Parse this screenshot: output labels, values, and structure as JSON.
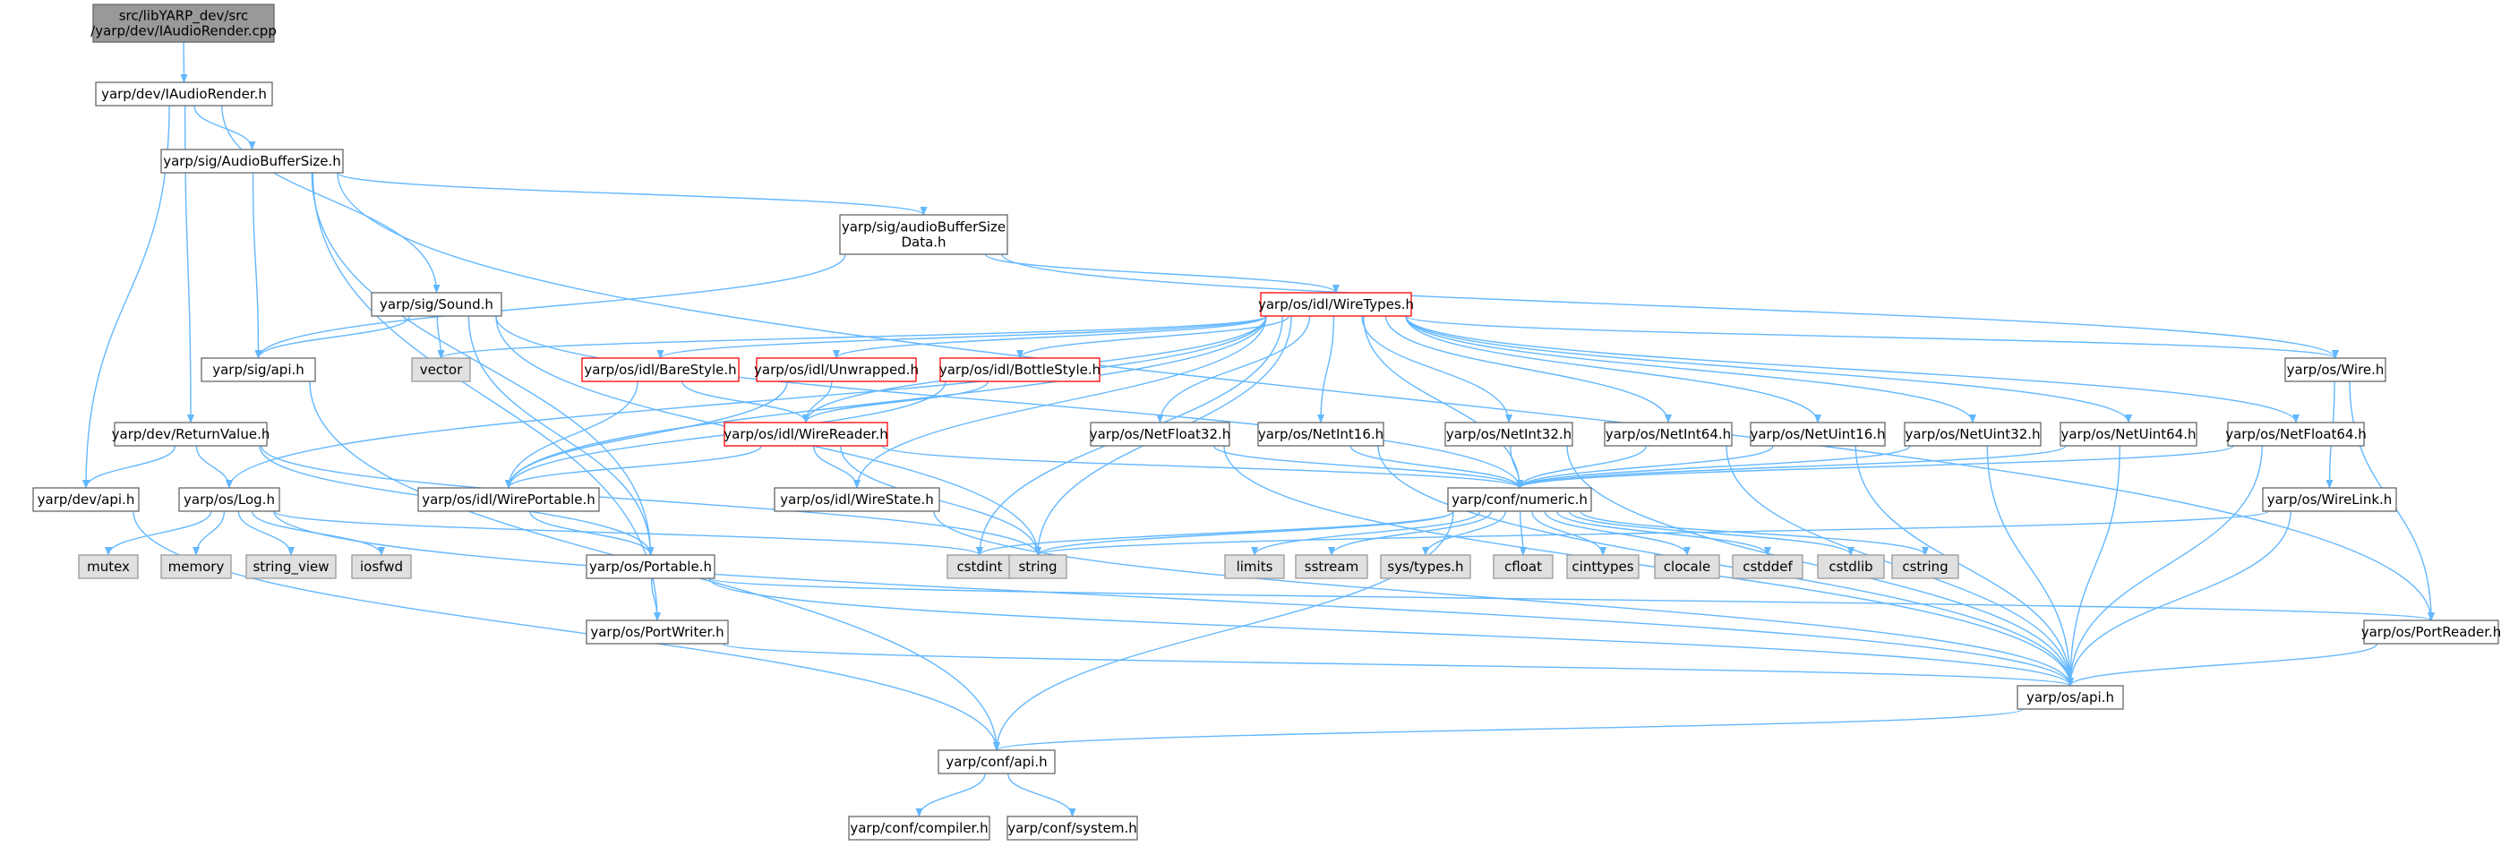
{
  "colors": {
    "edge": "#63b8ff",
    "node_border": "#666666",
    "node_fill": "#ffffff",
    "root_fill": "#999999",
    "system_fill": "#e0e0e0",
    "system_border": "#999999",
    "truncated_border": "#ff0000"
  },
  "nodes": [
    {
      "id": "root",
      "lines": [
        "src/libYARP_dev/src",
        "/yarp/dev/IAudioRender.cpp"
      ],
      "kind": "root"
    },
    {
      "id": "iaudiorender_h",
      "lines": [
        "yarp/dev/IAudioRender.h"
      ],
      "kind": "normal"
    },
    {
      "id": "audiobuffersize_h",
      "lines": [
        "yarp/sig/AudioBufferSize.h"
      ],
      "kind": "normal"
    },
    {
      "id": "audiobuffersizedata_h",
      "lines": [
        "yarp/sig/audioBufferSize",
        "Data.h"
      ],
      "kind": "normal"
    },
    {
      "id": "sig_sound_h",
      "lines": [
        "yarp/sig/Sound.h"
      ],
      "kind": "normal"
    },
    {
      "id": "sig_api_h",
      "lines": [
        "yarp/sig/api.h"
      ],
      "kind": "normal"
    },
    {
      "id": "vector",
      "lines": [
        "vector"
      ],
      "kind": "system"
    },
    {
      "id": "wiretypes_h",
      "lines": [
        "yarp/os/idl/WireTypes.h"
      ],
      "kind": "truncated"
    },
    {
      "id": "barestyle_h",
      "lines": [
        "yarp/os/idl/BareStyle.h"
      ],
      "kind": "truncated"
    },
    {
      "id": "unwrapped_h",
      "lines": [
        "yarp/os/idl/Unwrapped.h"
      ],
      "kind": "truncated"
    },
    {
      "id": "bottlestyle_h",
      "lines": [
        "yarp/os/idl/BottleStyle.h"
      ],
      "kind": "truncated"
    },
    {
      "id": "wirereader_h",
      "lines": [
        "yarp/os/idl/WireReader.h"
      ],
      "kind": "truncated"
    },
    {
      "id": "os_wire_h",
      "lines": [
        "yarp/os/Wire.h"
      ],
      "kind": "normal"
    },
    {
      "id": "returnvalue_h",
      "lines": [
        "yarp/dev/ReturnValue.h"
      ],
      "kind": "normal"
    },
    {
      "id": "dev_api_h",
      "lines": [
        "yarp/dev/api.h"
      ],
      "kind": "normal"
    },
    {
      "id": "os_log_h",
      "lines": [
        "yarp/os/Log.h"
      ],
      "kind": "normal"
    },
    {
      "id": "mutex",
      "lines": [
        "mutex"
      ],
      "kind": "system"
    },
    {
      "id": "memory",
      "lines": [
        "memory"
      ],
      "kind": "system"
    },
    {
      "id": "string_view",
      "lines": [
        "string_view"
      ],
      "kind": "system"
    },
    {
      "id": "iosfwd",
      "lines": [
        "iosfwd"
      ],
      "kind": "system"
    },
    {
      "id": "wireportable_h",
      "lines": [
        "yarp/os/idl/WirePortable.h"
      ],
      "kind": "normal"
    },
    {
      "id": "wirestate_h",
      "lines": [
        "yarp/os/idl/WireState.h"
      ],
      "kind": "normal"
    },
    {
      "id": "portable_h",
      "lines": [
        "yarp/os/Portable.h"
      ],
      "kind": "normal"
    },
    {
      "id": "portwriter_h",
      "lines": [
        "yarp/os/PortWriter.h"
      ],
      "kind": "normal"
    },
    {
      "id": "netfloat32_h",
      "lines": [
        "yarp/os/NetFloat32.h"
      ],
      "kind": "normal"
    },
    {
      "id": "netint16_h",
      "lines": [
        "yarp/os/NetInt16.h"
      ],
      "kind": "normal"
    },
    {
      "id": "netint32_h",
      "lines": [
        "yarp/os/NetInt32.h"
      ],
      "kind": "normal"
    },
    {
      "id": "netint64_h",
      "lines": [
        "yarp/os/NetInt64.h"
      ],
      "kind": "normal"
    },
    {
      "id": "netuint16_h",
      "lines": [
        "yarp/os/NetUint16.h"
      ],
      "kind": "normal"
    },
    {
      "id": "netuint32_h",
      "lines": [
        "yarp/os/NetUint32.h"
      ],
      "kind": "normal"
    },
    {
      "id": "netuint64_h",
      "lines": [
        "yarp/os/NetUint64.h"
      ],
      "kind": "normal"
    },
    {
      "id": "netfloat64_h",
      "lines": [
        "yarp/os/NetFloat64.h"
      ],
      "kind": "normal"
    },
    {
      "id": "numeric_h",
      "lines": [
        "yarp/conf/numeric.h"
      ],
      "kind": "normal"
    },
    {
      "id": "cstdint",
      "lines": [
        "cstdint"
      ],
      "kind": "system"
    },
    {
      "id": "string",
      "lines": [
        "string"
      ],
      "kind": "system"
    },
    {
      "id": "limits",
      "lines": [
        "limits"
      ],
      "kind": "system"
    },
    {
      "id": "sstream",
      "lines": [
        "sstream"
      ],
      "kind": "system"
    },
    {
      "id": "systypes_h",
      "lines": [
        "sys/types.h"
      ],
      "kind": "system"
    },
    {
      "id": "cfloat",
      "lines": [
        "cfloat"
      ],
      "kind": "system"
    },
    {
      "id": "cinttypes",
      "lines": [
        "cinttypes"
      ],
      "kind": "system"
    },
    {
      "id": "clocale",
      "lines": [
        "clocale"
      ],
      "kind": "system"
    },
    {
      "id": "cstddef",
      "lines": [
        "cstddef"
      ],
      "kind": "system"
    },
    {
      "id": "cstdlib",
      "lines": [
        "cstdlib"
      ],
      "kind": "system"
    },
    {
      "id": "cstring",
      "lines": [
        "cstring"
      ],
      "kind": "system"
    },
    {
      "id": "wirelink_h",
      "lines": [
        "yarp/os/WireLink.h"
      ],
      "kind": "normal"
    },
    {
      "id": "portreader_h",
      "lines": [
        "yarp/os/PortReader.h"
      ],
      "kind": "normal"
    },
    {
      "id": "os_api_h",
      "lines": [
        "yarp/os/api.h"
      ],
      "kind": "normal"
    },
    {
      "id": "conf_api_h",
      "lines": [
        "yarp/conf/api.h"
      ],
      "kind": "normal"
    },
    {
      "id": "conf_compiler_h",
      "lines": [
        "yarp/conf/compiler.h"
      ],
      "kind": "normal"
    },
    {
      "id": "conf_system_h",
      "lines": [
        "yarp/conf/system.h"
      ],
      "kind": "normal"
    }
  ],
  "edges": [
    [
      "root",
      "iaudiorender_h"
    ],
    [
      "iaudiorender_h",
      "audiobuffersize_h"
    ],
    [
      "iaudiorender_h",
      "sig_sound_h"
    ],
    [
      "iaudiorender_h",
      "returnvalue_h"
    ],
    [
      "iaudiorender_h",
      "dev_api_h"
    ],
    [
      "audiobuffersize_h",
      "audiobuffersizedata_h"
    ],
    [
      "audiobuffersize_h",
      "sig_api_h"
    ],
    [
      "audiobuffersize_h",
      "portable_h"
    ],
    [
      "audiobuffersize_h",
      "portwriter_h"
    ],
    [
      "audiobuffersize_h",
      "portreader_h"
    ],
    [
      "audiobuffersizedata_h",
      "wiretypes_h"
    ],
    [
      "audiobuffersizedata_h",
      "os_wire_h"
    ],
    [
      "audiobuffersizedata_h",
      "sig_api_h"
    ],
    [
      "sig_sound_h",
      "sig_api_h"
    ],
    [
      "sig_sound_h",
      "vector"
    ],
    [
      "sig_sound_h",
      "portable_h"
    ],
    [
      "sig_sound_h",
      "numeric_h"
    ],
    [
      "sig_sound_h",
      "string"
    ],
    [
      "sig_api_h",
      "conf_api_h"
    ],
    [
      "wiretypes_h",
      "vector"
    ],
    [
      "wiretypes_h",
      "barestyle_h"
    ],
    [
      "wiretypes_h",
      "unwrapped_h"
    ],
    [
      "wiretypes_h",
      "bottlestyle_h"
    ],
    [
      "wiretypes_h",
      "wirereader_h"
    ],
    [
      "wiretypes_h",
      "wireportable_h"
    ],
    [
      "wiretypes_h",
      "wirestate_h"
    ],
    [
      "wiretypes_h",
      "os_log_h"
    ],
    [
      "wiretypes_h",
      "netfloat32_h"
    ],
    [
      "wiretypes_h",
      "netint16_h"
    ],
    [
      "wiretypes_h",
      "netint32_h"
    ],
    [
      "wiretypes_h",
      "netint64_h"
    ],
    [
      "wiretypes_h",
      "netuint16_h"
    ],
    [
      "wiretypes_h",
      "netuint32_h"
    ],
    [
      "wiretypes_h",
      "netuint64_h"
    ],
    [
      "wiretypes_h",
      "netfloat64_h"
    ],
    [
      "wiretypes_h",
      "os_wire_h"
    ],
    [
      "wiretypes_h",
      "numeric_h"
    ],
    [
      "wiretypes_h",
      "cstdint"
    ],
    [
      "wiretypes_h",
      "string"
    ],
    [
      "barestyle_h",
      "wirereader_h"
    ],
    [
      "barestyle_h",
      "wireportable_h"
    ],
    [
      "unwrapped_h",
      "wirereader_h"
    ],
    [
      "unwrapped_h",
      "wireportable_h"
    ],
    [
      "bottlestyle_h",
      "wirereader_h"
    ],
    [
      "bottlestyle_h",
      "wireportable_h"
    ],
    [
      "wirereader_h",
      "wireportable_h"
    ],
    [
      "wirereader_h",
      "wirestate_h"
    ],
    [
      "wirereader_h",
      "numeric_h"
    ],
    [
      "wirereader_h",
      "string"
    ],
    [
      "wireportable_h",
      "portable_h"
    ],
    [
      "wirestate_h",
      "os_api_h"
    ],
    [
      "os_wire_h",
      "wirelink_h"
    ],
    [
      "os_wire_h",
      "portreader_h"
    ],
    [
      "returnvalue_h",
      "dev_api_h"
    ],
    [
      "returnvalue_h",
      "os_log_h"
    ],
    [
      "returnvalue_h",
      "portable_h"
    ],
    [
      "returnvalue_h",
      "string"
    ],
    [
      "dev_api_h",
      "conf_api_h"
    ],
    [
      "os_log_h",
      "mutex"
    ],
    [
      "os_log_h",
      "memory"
    ],
    [
      "os_log_h",
      "string_view"
    ],
    [
      "os_log_h",
      "iosfwd"
    ],
    [
      "os_log_h",
      "cstdint"
    ],
    [
      "os_log_h",
      "os_api_h"
    ],
    [
      "portable_h",
      "portwriter_h"
    ],
    [
      "portable_h",
      "portreader_h"
    ],
    [
      "portable_h",
      "os_api_h"
    ],
    [
      "portwriter_h",
      "os_api_h"
    ],
    [
      "netfloat32_h",
      "numeric_h"
    ],
    [
      "netfloat32_h",
      "os_api_h"
    ],
    [
      "netint16_h",
      "numeric_h"
    ],
    [
      "netint16_h",
      "os_api_h"
    ],
    [
      "netint32_h",
      "numeric_h"
    ],
    [
      "netint32_h",
      "os_api_h"
    ],
    [
      "netint64_h",
      "numeric_h"
    ],
    [
      "netint64_h",
      "os_api_h"
    ],
    [
      "netuint16_h",
      "numeric_h"
    ],
    [
      "netuint16_h",
      "os_api_h"
    ],
    [
      "netuint32_h",
      "numeric_h"
    ],
    [
      "netuint32_h",
      "os_api_h"
    ],
    [
      "netuint64_h",
      "numeric_h"
    ],
    [
      "netuint64_h",
      "os_api_h"
    ],
    [
      "netfloat64_h",
      "numeric_h"
    ],
    [
      "netfloat64_h",
      "os_api_h"
    ],
    [
      "numeric_h",
      "cstdint"
    ],
    [
      "numeric_h",
      "string"
    ],
    [
      "numeric_h",
      "limits"
    ],
    [
      "numeric_h",
      "sstream"
    ],
    [
      "numeric_h",
      "systypes_h"
    ],
    [
      "numeric_h",
      "cfloat"
    ],
    [
      "numeric_h",
      "cinttypes"
    ],
    [
      "numeric_h",
      "clocale"
    ],
    [
      "numeric_h",
      "cstddef"
    ],
    [
      "numeric_h",
      "cstdlib"
    ],
    [
      "numeric_h",
      "cstring"
    ],
    [
      "numeric_h",
      "conf_api_h"
    ],
    [
      "wirelink_h",
      "string"
    ],
    [
      "wirelink_h",
      "os_api_h"
    ],
    [
      "portreader_h",
      "os_api_h"
    ],
    [
      "os_api_h",
      "conf_api_h"
    ],
    [
      "conf_api_h",
      "conf_compiler_h"
    ],
    [
      "conf_api_h",
      "conf_system_h"
    ]
  ]
}
